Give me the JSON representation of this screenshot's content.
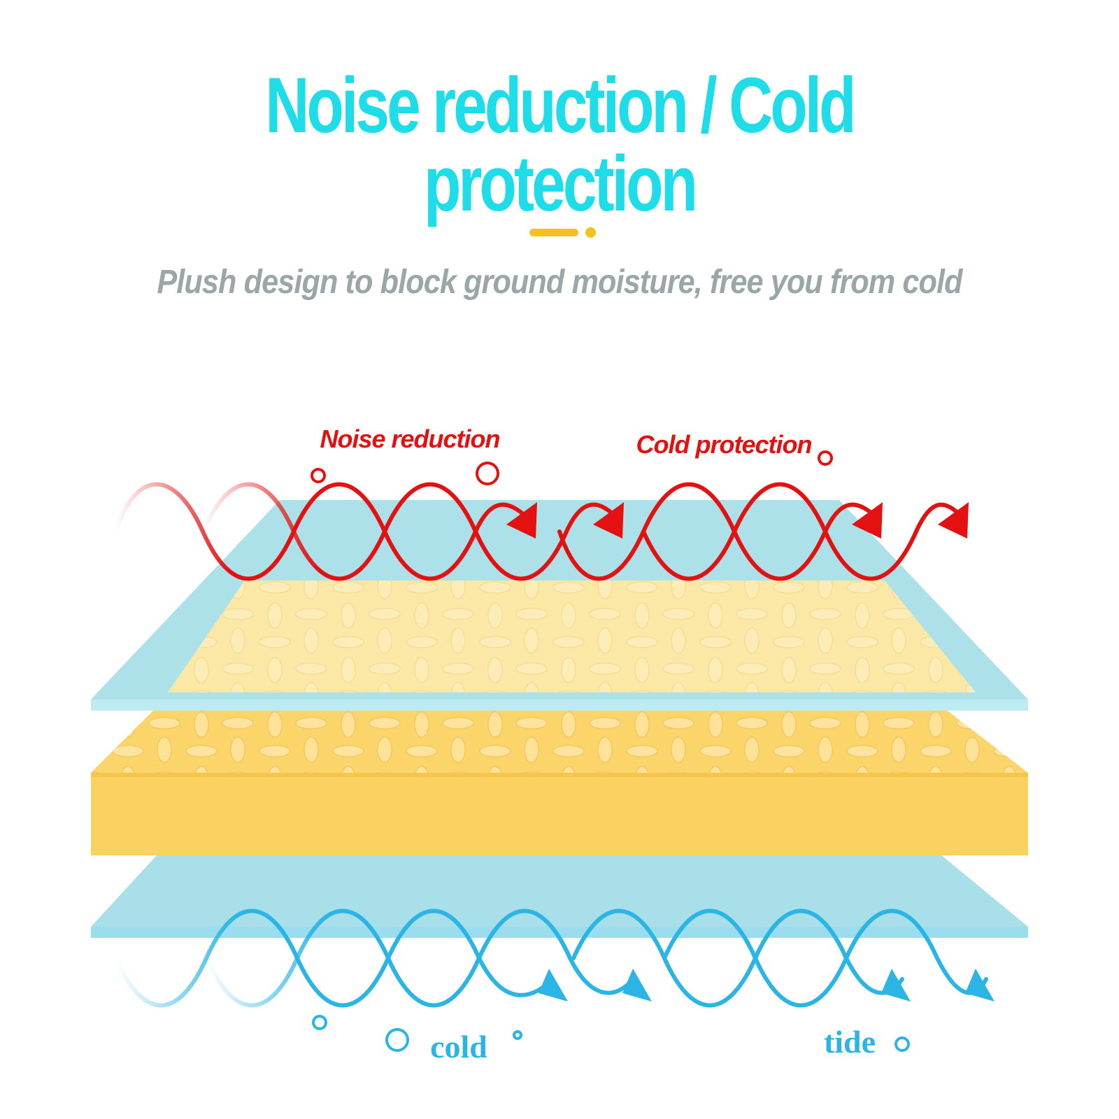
{
  "header": {
    "title": "Noise reduction / Cold protection",
    "subtitle": "Plush design to block ground moisture, free you from cold"
  },
  "diagram": {
    "top_labels": {
      "left": "Noise reduction",
      "right": "Cold protection"
    },
    "bottom_labels": {
      "left": "cold",
      "right": "tide"
    }
  },
  "colors": {
    "title": "#1fdde8",
    "subtitle": "#9aa6a8",
    "accent": "#f4c21f",
    "wave_red": "#e41111",
    "wave_blue": "#2bb5e5",
    "glass_layer": "#a9dfe8",
    "foam_top": "#fbe8a6",
    "foam_side": "#fbd262"
  }
}
